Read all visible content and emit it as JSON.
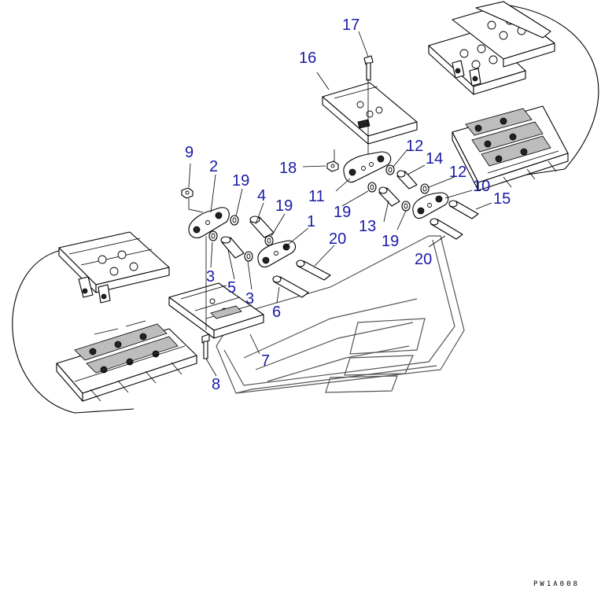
{
  "drawing_code": "PW1A008",
  "callouts": [
    {
      "id": "c1",
      "label": "1"
    },
    {
      "id": "c2",
      "label": "2"
    },
    {
      "id": "c3a",
      "label": "3"
    },
    {
      "id": "c3b",
      "label": "3"
    },
    {
      "id": "c4",
      "label": "4"
    },
    {
      "id": "c5",
      "label": "5"
    },
    {
      "id": "c6",
      "label": "6"
    },
    {
      "id": "c7",
      "label": "7"
    },
    {
      "id": "c8",
      "label": "8"
    },
    {
      "id": "c9",
      "label": "9"
    },
    {
      "id": "c10",
      "label": "10"
    },
    {
      "id": "c11",
      "label": "11"
    },
    {
      "id": "c12a",
      "label": "12"
    },
    {
      "id": "c12b",
      "label": "12"
    },
    {
      "id": "c13",
      "label": "13"
    },
    {
      "id": "c14",
      "label": "14"
    },
    {
      "id": "c15",
      "label": "15"
    },
    {
      "id": "c16",
      "label": "16"
    },
    {
      "id": "c17",
      "label": "17"
    },
    {
      "id": "c18",
      "label": "18"
    },
    {
      "id": "c19a",
      "label": "19"
    },
    {
      "id": "c19b",
      "label": "19"
    },
    {
      "id": "c19c",
      "label": "19"
    },
    {
      "id": "c19d",
      "label": "19"
    },
    {
      "id": "c20a",
      "label": "20"
    },
    {
      "id": "c20b",
      "label": "20"
    }
  ],
  "colors": {
    "callout": "#1a1aa6",
    "line": "#000000"
  }
}
